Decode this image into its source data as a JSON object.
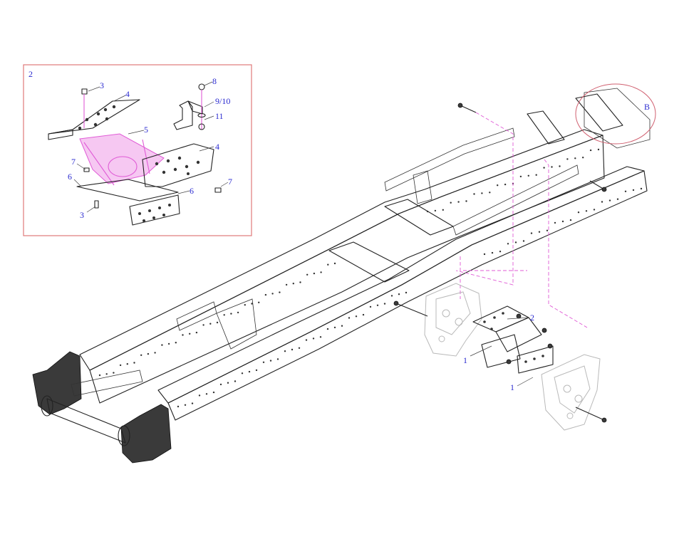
{
  "inset": {
    "label": "2",
    "callouts": [
      "3",
      "4",
      "5",
      "4",
      "7",
      "6",
      "6",
      "7",
      "3",
      "8",
      "9/10",
      "11"
    ]
  },
  "main": {
    "detail_label": "B",
    "callouts": [
      "2",
      "1",
      "1"
    ]
  },
  "colors": {
    "callout_text": "#2b2bd0",
    "inset_border": "#e07a7a",
    "highlight": "#e05bd6",
    "detail_circle": "#d06070"
  }
}
